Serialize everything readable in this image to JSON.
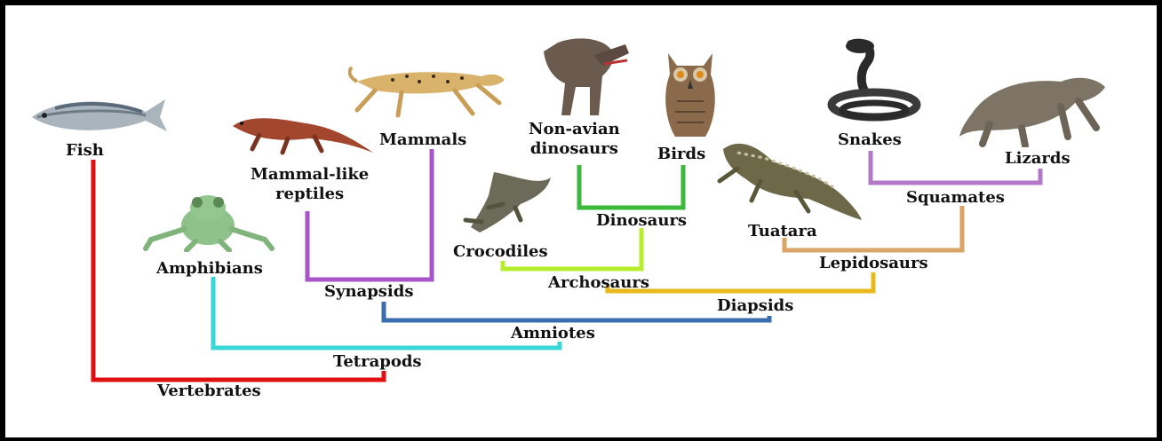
{
  "labels": {
    "fish": "Fish",
    "mammals": "Mammals",
    "mammal_like": "Mammal-like\nreptiles",
    "amphibians": "Amphibians",
    "synapsids": "Synapsids",
    "non_avian": "Non-avian\ndinosaurs",
    "birds": "Birds",
    "dinosaurs": "Dinosaurs",
    "crocodiles": "Crocodiles",
    "archosaurs": "Archosaurs",
    "snakes": "Snakes",
    "lizards": "Lizards",
    "squamates": "Squamates",
    "tuatara": "Tuatara",
    "lepidosaurs": "Lepidosaurs",
    "diapsids": "Diapsids",
    "amniotes": "Amniotes",
    "tetrapods": "Tetrapods",
    "vertebrates": "Vertebrates"
  },
  "branch_colors": {
    "vertebrates": "#e01010",
    "tetrapods": "#38d6d6",
    "amniotes": "#3a6cb0",
    "synapsids": "#a855c8",
    "diapsids": "#e8b81c",
    "archosaurs": "#b6ee2c",
    "dinosaurs": "#3cb83c",
    "lepidosaurs": "#d9a464",
    "squamates": "#b478c8"
  },
  "animals": [
    "fish",
    "frog",
    "mammal-like reptile",
    "cheetah",
    "tyrannosaurus",
    "owl",
    "crocodile",
    "tuatara",
    "cobra",
    "komodo dragon"
  ]
}
